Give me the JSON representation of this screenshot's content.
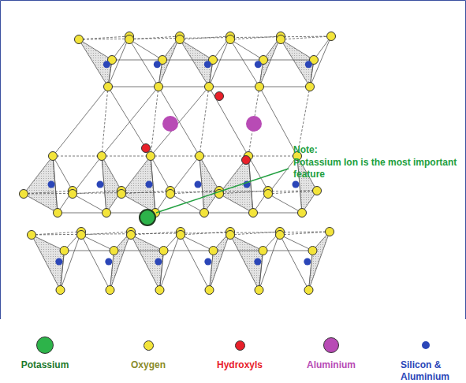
{
  "diagram": {
    "labels": [
      "Note:",
      "Potassium Ion is the most important feature"
    ],
    "legend": [
      {
        "text": "Potassium",
        "color": "#2db34a"
      },
      {
        "text": "Oxygen",
        "color": "#f3e43a"
      },
      {
        "text": "Hydroxyls",
        "color": "#e8202a"
      },
      {
        "text": "Aluminium",
        "color": "#b84bb5"
      },
      {
        "text": "Silicon & Aluminium",
        "color": "#2b46b8"
      }
    ]
  }
}
